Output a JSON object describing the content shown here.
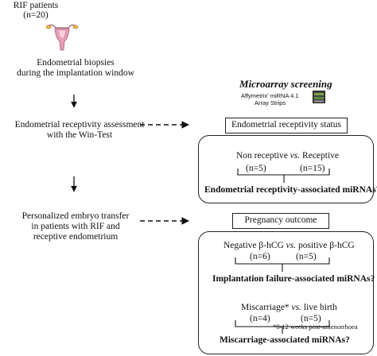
{
  "left_column": {
    "patients_line1": "RIF patients",
    "patients_line2": "(n=20)",
    "biopsy_line1": "Endometrial biopsies",
    "biopsy_line2": "during the implantation window",
    "assessment_line1": "Endometrial receptivity assessment",
    "assessment_line2": "with the Win-Test",
    "transfer_line1": "Personalized embryo transfer",
    "transfer_line2": "in patients with RIF and",
    "transfer_line3": "receptive endometrium"
  },
  "microarray": {
    "title": "Microarray screening",
    "line1": "Affymetrix' miRNA 4.1",
    "line2": "Array Strips"
  },
  "receptivity": {
    "header": "Endometrial receptivity status",
    "comparison_a": "Non receptive ",
    "comparison_vs": "vs.",
    "comparison_b": " Receptive",
    "n_a": "(n=5)",
    "n_b": "(n=15)",
    "result": "Endometrial receptivity-associated miRNAs?"
  },
  "pregnancy": {
    "header": "Pregnancy outcome",
    "comparison1_a": "Negative β-hCG ",
    "comparison1_vs": "vs.",
    "comparison1_b": " positive β-hCG",
    "n1_a": "(n=6)",
    "n1_b": "(n=5)",
    "result1": "Implantation failure-associated miRNAs?",
    "comparison2_a": "Miscarriage* ",
    "comparison2_vs": "vs.",
    "comparison2_b": " live birth",
    "n2_a": "(n=4)",
    "n2_b": "(n=5)",
    "footnote": "*8-12 weeks post-amenorrhoea",
    "result2": "Miscarriage-associated miRNAs?"
  },
  "icons": [
    "uterus-icon",
    "array-chip-icon"
  ]
}
